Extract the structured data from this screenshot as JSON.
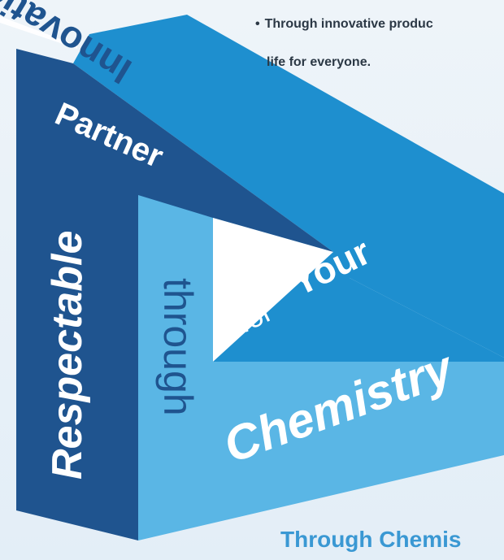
{
  "bullet": {
    "line1": "Through innovative produc",
    "line2": "life for everyone.",
    "bullet_symbol": "•"
  },
  "triangle_words": {
    "respectable": "Respectable",
    "partner": "Partner",
    "innovation": "Innovation",
    "through": "through",
    "for": "for",
    "your": "Your",
    "chemistry": "Chemistry"
  },
  "bottom_heading": "Through Chemis",
  "colors": {
    "dark_blue": "#1f548f",
    "mid_blue": "#1e8fcf",
    "light_blue": "#5ab6e5",
    "white": "#ffffff",
    "heading_blue": "#3a98d3",
    "text_dark": "#2b3845"
  }
}
